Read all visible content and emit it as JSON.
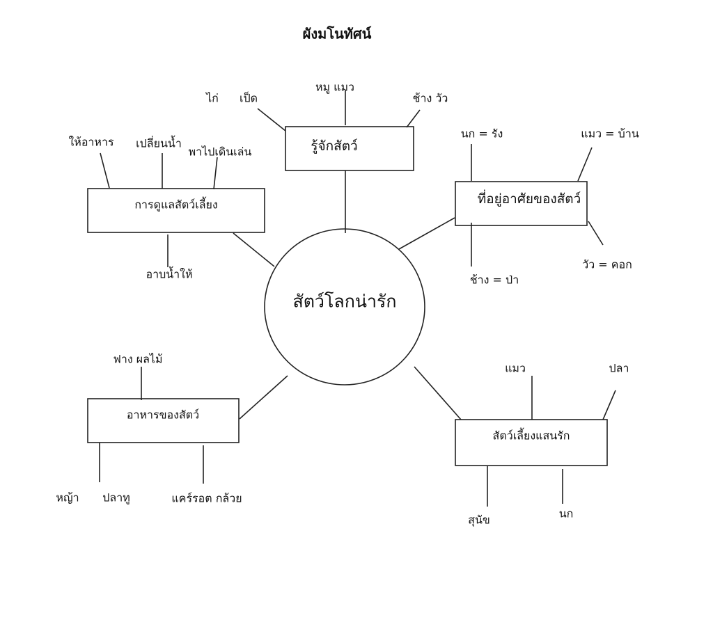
{
  "title": "ผังมโนทัศน์",
  "center": "สัตว์โลกน่ารัก",
  "branches": {
    "know": {
      "label": "รู้จักสัตว์",
      "leaves": [
        "ไก่",
        "เป็ด",
        "หมู  แมว",
        "ช้าง  วัว"
      ]
    },
    "care": {
      "label": "การดูแลสัตว์เลี้ยง",
      "leaves": [
        "ให้อาหาร",
        "เปลี่ยนน้ำ",
        "พาไปเดินเล่น",
        "อาบน้ำให้"
      ]
    },
    "habitat": {
      "label": "ที่อยู่อาศัยของสัตว์",
      "leaves": [
        "นก = รัง",
        "แมว = บ้าน",
        "ช้าง = ป่า",
        "วัว = คอก"
      ]
    },
    "food": {
      "label": "อาหารของสัตว์",
      "leaves": [
        "ฟาง   ผลไม้",
        "หญ้า",
        "ปลาทู",
        "แคร์รอต  กล้วย"
      ]
    },
    "pets": {
      "label": "สัตว์เลี้ยงแสนรัก",
      "leaves": [
        "แมว",
        "ปลา",
        "สุนัข",
        "นก"
      ]
    }
  }
}
